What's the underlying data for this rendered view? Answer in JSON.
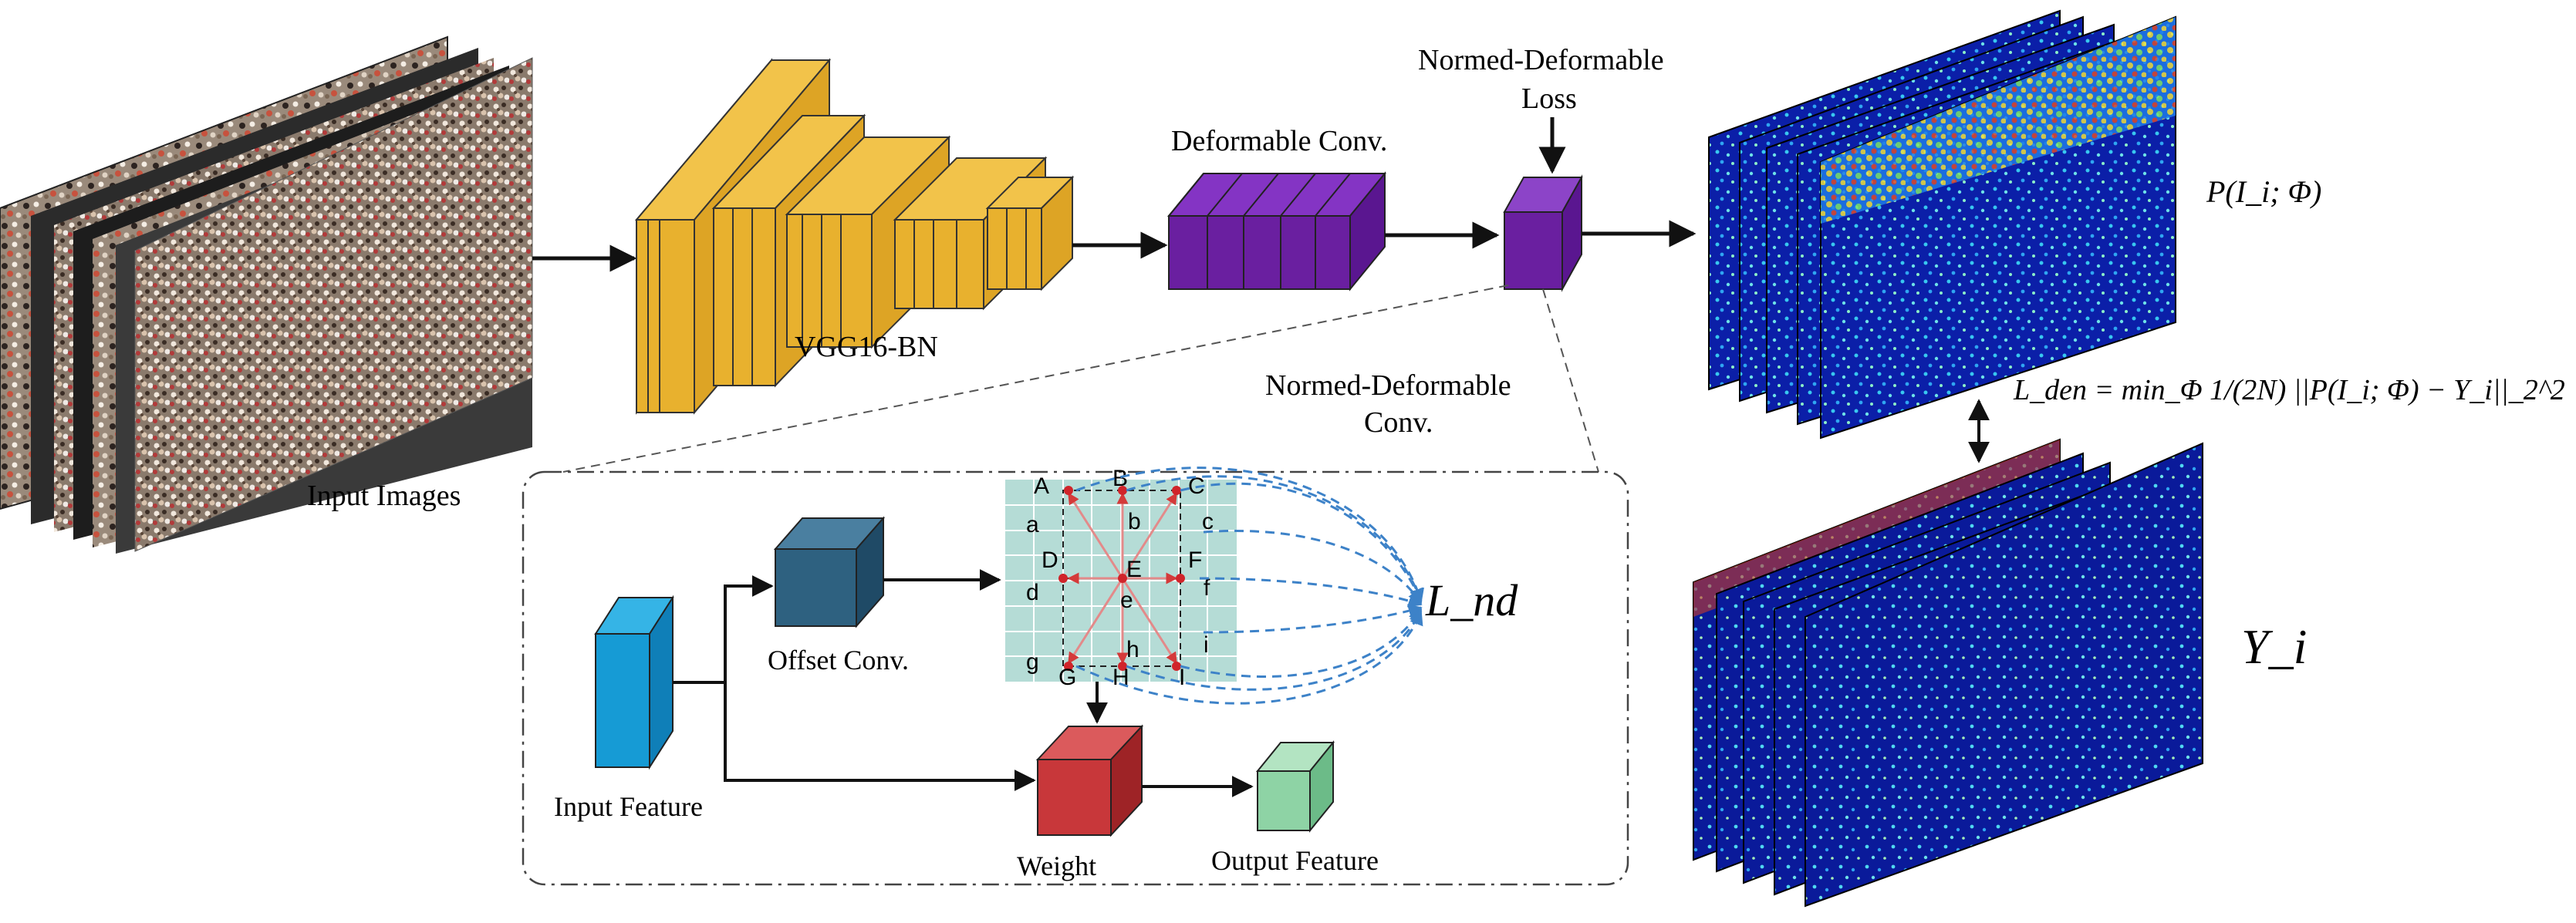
{
  "labels": {
    "input_images": "Input Images",
    "vgg": "VGG16-BN",
    "deformable_conv": "Deformable Conv.",
    "normed_deformable_loss_line1": "Normed-Deformable",
    "normed_deformable_loss_line2": "Loss",
    "normed_deformable_conv_line1": "Normed-Deformable",
    "normed_deformable_conv_line2": "Conv.",
    "input_feature": "Input Feature",
    "offset_conv": "Offset Conv.",
    "weight": "Weight",
    "output_feature": "Output Feature"
  },
  "grid_points": {
    "upper": [
      "A",
      "B",
      "C",
      "D",
      "E",
      "F",
      "G",
      "H",
      "I"
    ],
    "lower": [
      "a",
      "b",
      "c",
      "d",
      "e",
      "f",
      "g",
      "h",
      "i"
    ]
  },
  "math": {
    "prediction": "P(I_i; Φ)",
    "ground_truth": "Y_i",
    "loss_nd": "L_nd",
    "loss_den": "L_den = min_Φ 1/(2N) ||P(I_i; Φ) − Y_i||_2^2"
  },
  "colors": {
    "vgg": "#E8B12E",
    "deformable": "#6A1FA0",
    "offset": "#2E6180",
    "input_feature": "#169BD5",
    "weight": "#C8373A",
    "output": "#8ED3A5",
    "grid": "#B5DCD6",
    "dashed_arrow": "#3D82C8",
    "density_bg": "#0B1FA8",
    "density_hot": "#F2E23C"
  }
}
